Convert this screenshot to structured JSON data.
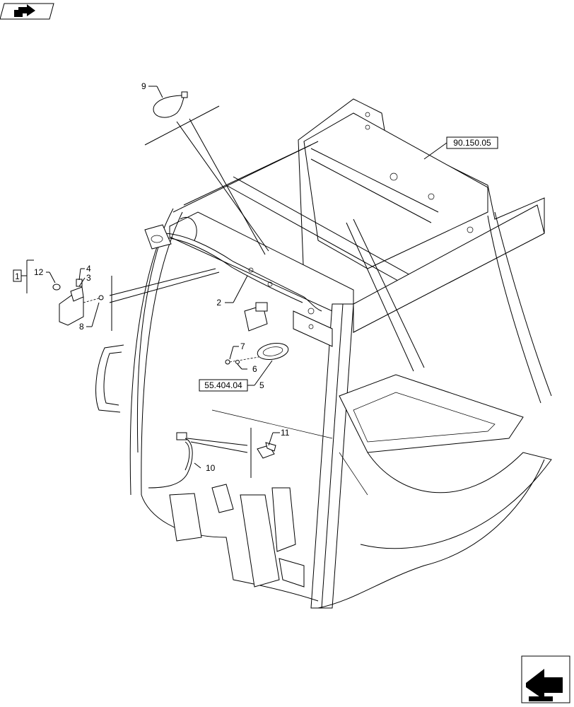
{
  "nav": {
    "prev_icon": "back-arrow-icon",
    "next_icon": "forward-arrow-icon"
  },
  "references": {
    "roof_frame": "90.150.05",
    "lamp_group": "55.404.04"
  },
  "callouts": {
    "c1": "1",
    "c2": "2",
    "c3": "3",
    "c4": "4",
    "c5": "5",
    "c6": "6",
    "c7": "7",
    "c8": "8",
    "c9": "9",
    "c10": "10",
    "c11": "11",
    "c12": "12"
  }
}
